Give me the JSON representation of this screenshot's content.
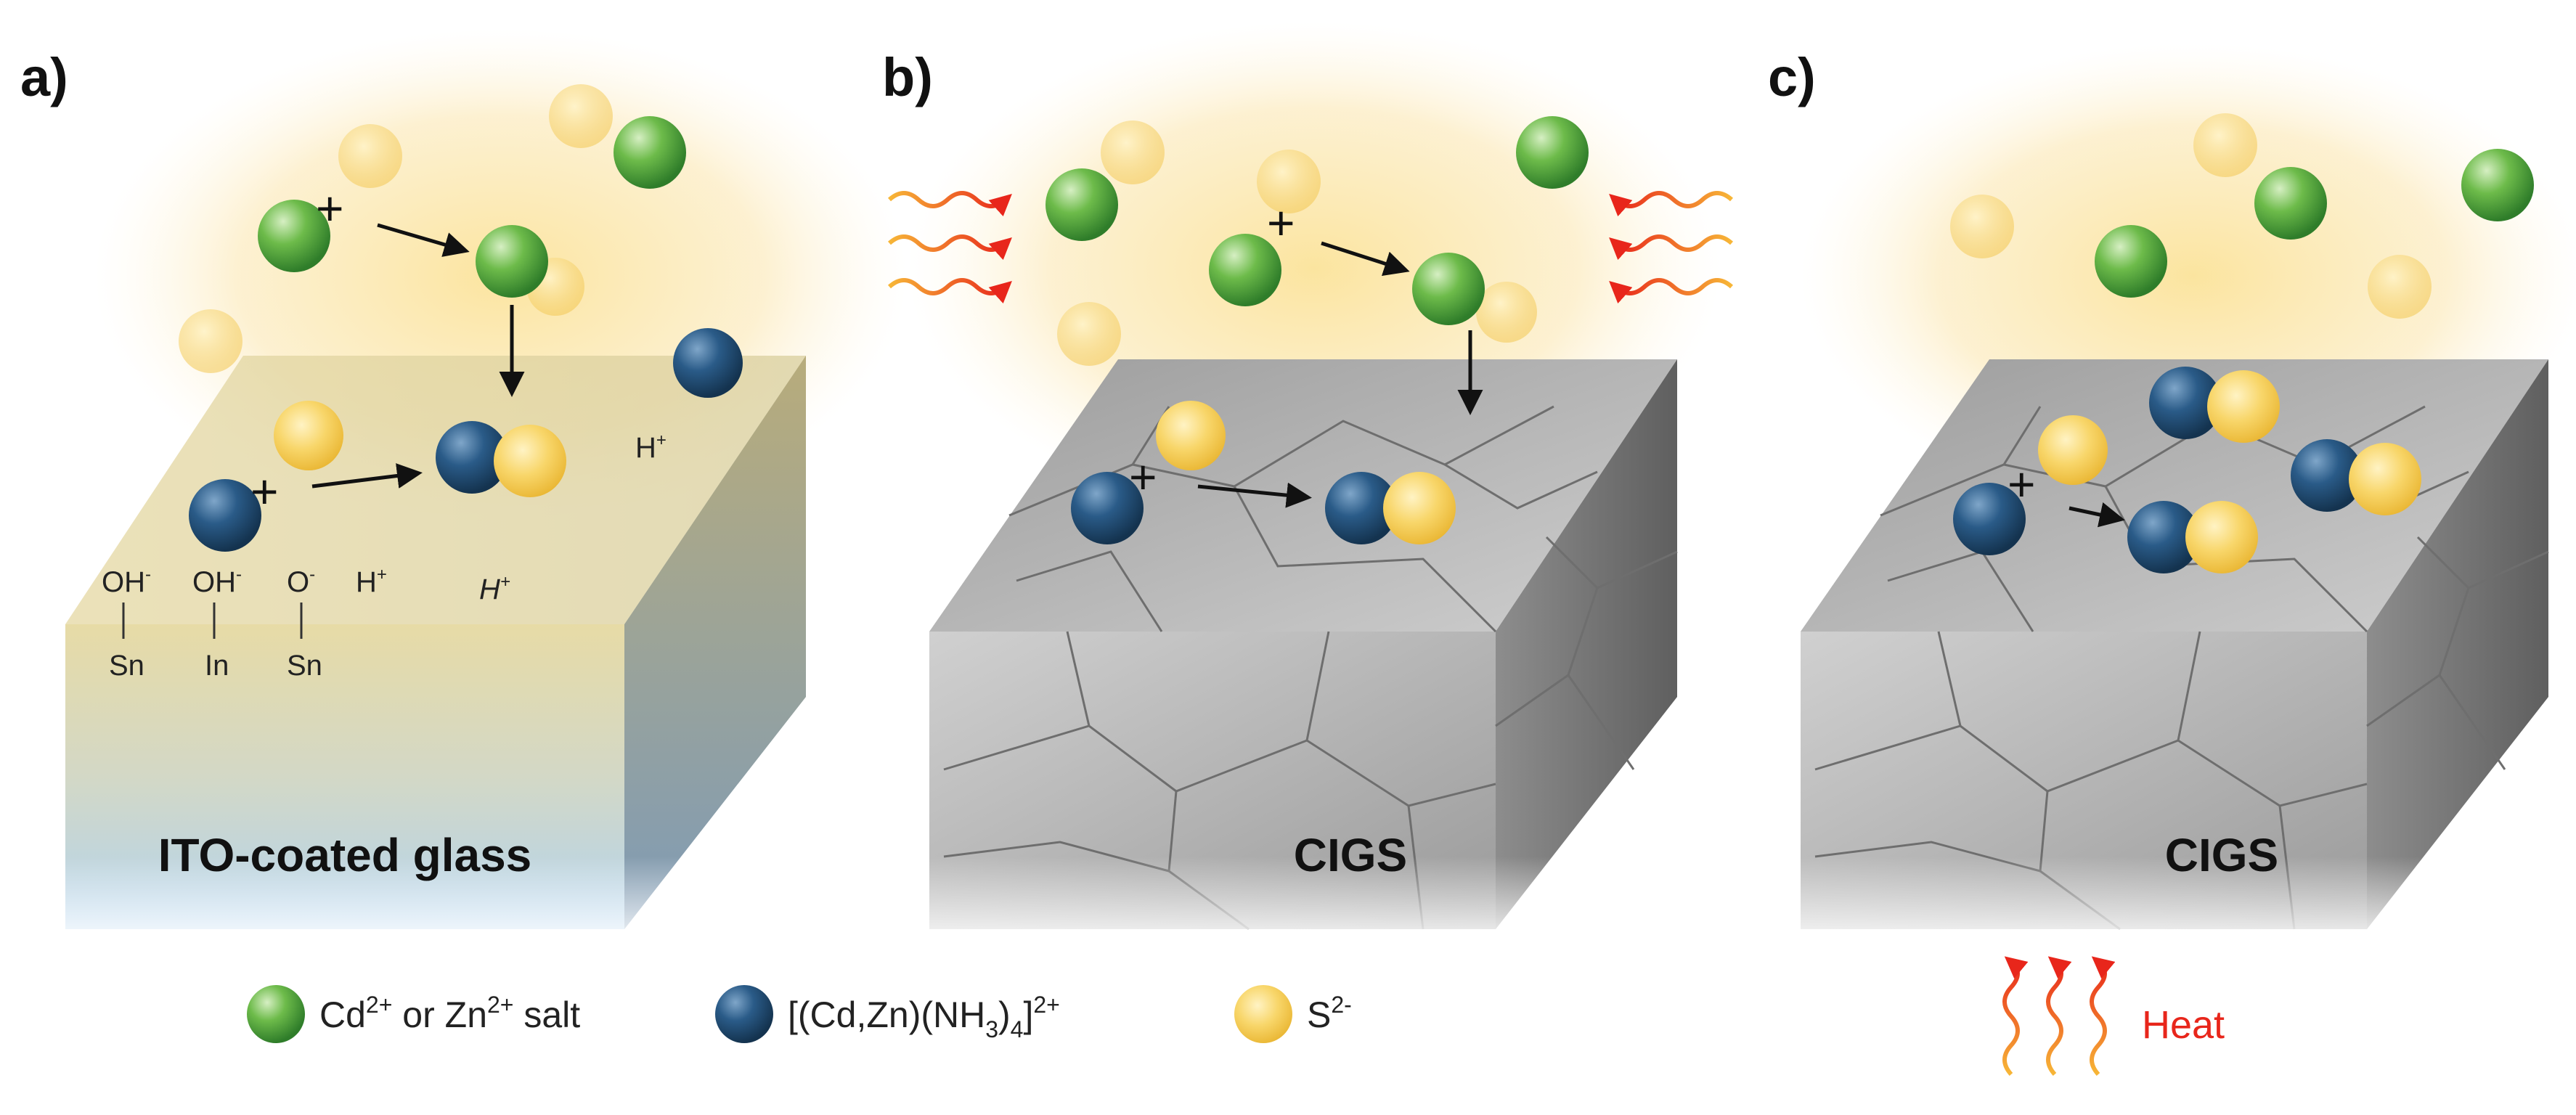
{
  "panels": [
    {
      "label": "a)",
      "substrate": "ITO-coated glass"
    },
    {
      "label": "b)",
      "substrate": "CIGS"
    },
    {
      "label": "c)",
      "substrate": "CIGS"
    }
  ],
  "surface_groups": [
    {
      "top": "OH",
      "top_sup": "-",
      "bottom": "Sn"
    },
    {
      "top": "OH",
      "top_sup": "-",
      "bottom": "In"
    },
    {
      "top": "O",
      "top_sup": "-",
      "bottom": "Sn"
    }
  ],
  "protons": [
    {
      "text": "H",
      "sup": "+"
    },
    {
      "text": "H",
      "sup": "+"
    },
    {
      "text": "H",
      "sup": "+"
    }
  ],
  "plus_sign": "+",
  "heat_label": "Heat",
  "legend": {
    "green": {
      "pre": "Cd",
      "sup1": "2+",
      "mid": " or Zn",
      "sup2": "2+",
      "post": " salt"
    },
    "blue": {
      "pre": "[(Cd,Zn)(NH",
      "sub": "3",
      "mid": ")",
      "sub2": "4",
      "post": "]",
      "sup": "2+"
    },
    "yellow": {
      "pre": "S",
      "sup": "2-"
    }
  },
  "colors": {
    "green_ion": "#4caf50",
    "blue_complex": "#1f4f7a",
    "yellow_sulfide": "#f4c542",
    "heat": "#e8261b",
    "solution_glow": "#fbe7a8"
  }
}
